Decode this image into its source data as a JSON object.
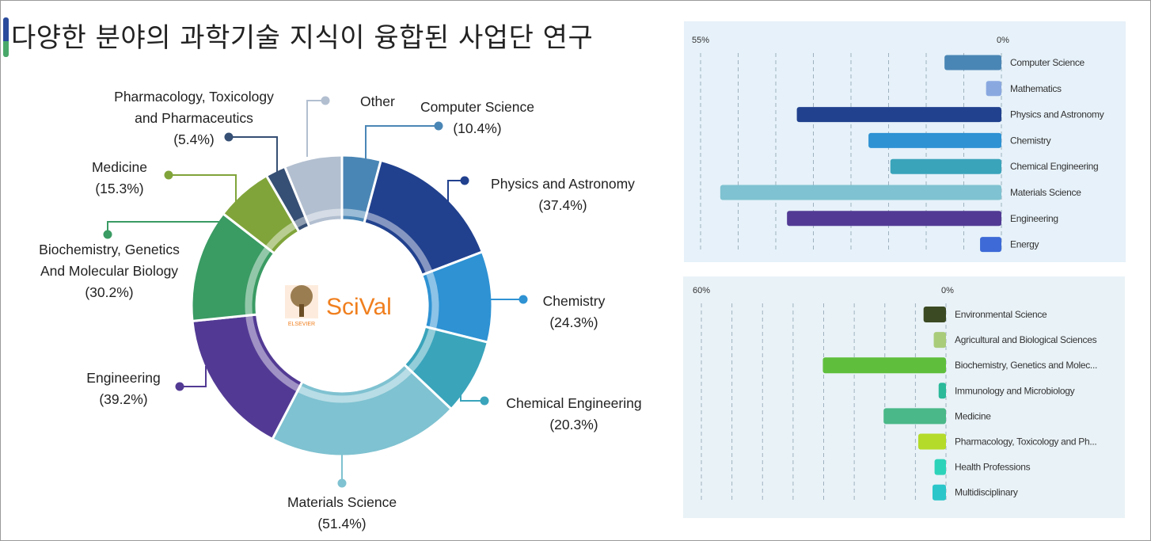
{
  "title": "다양한 분야의 과학기술 지식이 융합된 사업단 연구",
  "logo": {
    "publisher": "ELSEVIER",
    "product": "SciVal",
    "product_color": "#f07f1e"
  },
  "chart_data": [
    {
      "type": "pie",
      "style": "donut",
      "segments": [
        {
          "label": "Computer Science",
          "pct": "(10.4%)",
          "value": 10.4,
          "color": "#4a86b5"
        },
        {
          "label": "Physics and Astronomy",
          "pct": "(37.4%)",
          "value": 37.4,
          "color": "#21418e"
        },
        {
          "label": "Chemistry",
          "pct": "(24.3%)",
          "value": 24.3,
          "color": "#2e92d3"
        },
        {
          "label": "Chemical Engineering",
          "pct": "(20.3%)",
          "value": 20.3,
          "color": "#3aa4bb"
        },
        {
          "label": "Materials Science",
          "pct": "(51.4%)",
          "value": 51.4,
          "color": "#7fc2d1"
        },
        {
          "label": "Engineering",
          "pct": "(39.2%)",
          "value": 39.2,
          "color": "#523a94"
        },
        {
          "label": "Biochemistry, Genetics And Molecular Biology",
          "label_lines": [
            "Biochemistry, Genetics",
            "And Molecular Biology"
          ],
          "pct": "(30.2%)",
          "value": 30.2,
          "color": "#3a9b63"
        },
        {
          "label": "Medicine",
          "pct": "(15.3%)",
          "value": 15.3,
          "color": "#80a43a"
        },
        {
          "label": "Pharmacology, Toxicology and Pharmaceutics",
          "label_lines": [
            "Pharmacology, Toxicology",
            "and Pharmaceutics"
          ],
          "pct": "(5.4%)",
          "value": 5.4,
          "color": "#364f74"
        },
        {
          "label": "Other",
          "pct": "",
          "value": 15.5,
          "color": "#b2bfd0"
        }
      ]
    },
    {
      "type": "bar",
      "orientation": "horizontal",
      "x_tick_labels": [
        "55%",
        "0%"
      ],
      "xlim": [
        0,
        55
      ],
      "categories": [
        "Computer Science",
        "Mathematics",
        "Physics and Astronomy",
        "Chemistry",
        "Chemical Engineering",
        "Materials Science",
        "Engineering",
        "Energy"
      ],
      "values": [
        10.4,
        2.8,
        37.4,
        24.3,
        20.3,
        51.4,
        39.2,
        3.9
      ],
      "colors": [
        "#4a86b5",
        "#8aa8e0",
        "#21418e",
        "#2e92d3",
        "#3aa4bb",
        "#7fc2d1",
        "#523a94",
        "#3d6ad6"
      ],
      "grid": true
    },
    {
      "type": "bar",
      "orientation": "horizontal",
      "x_tick_labels": [
        "60%",
        "0%"
      ],
      "xlim": [
        0,
        60
      ],
      "categories": [
        "Environmental Science",
        "Agricultural and Biological Sciences",
        "Biochemistry, Genetics and Molec...",
        "Immunology and Microbiology",
        "Medicine",
        "Pharmacology, Toxicology and Ph...",
        "Health Professions",
        "Multidisciplinary"
      ],
      "values": [
        5.5,
        3.0,
        30.2,
        1.8,
        15.3,
        6.8,
        2.8,
        3.3
      ],
      "colors": [
        "#3b4a22",
        "#a9cc7a",
        "#5fbf3c",
        "#2bb99a",
        "#4ab888",
        "#b4db2a",
        "#2dd3b9",
        "#2bc6c9"
      ],
      "grid": true
    }
  ]
}
